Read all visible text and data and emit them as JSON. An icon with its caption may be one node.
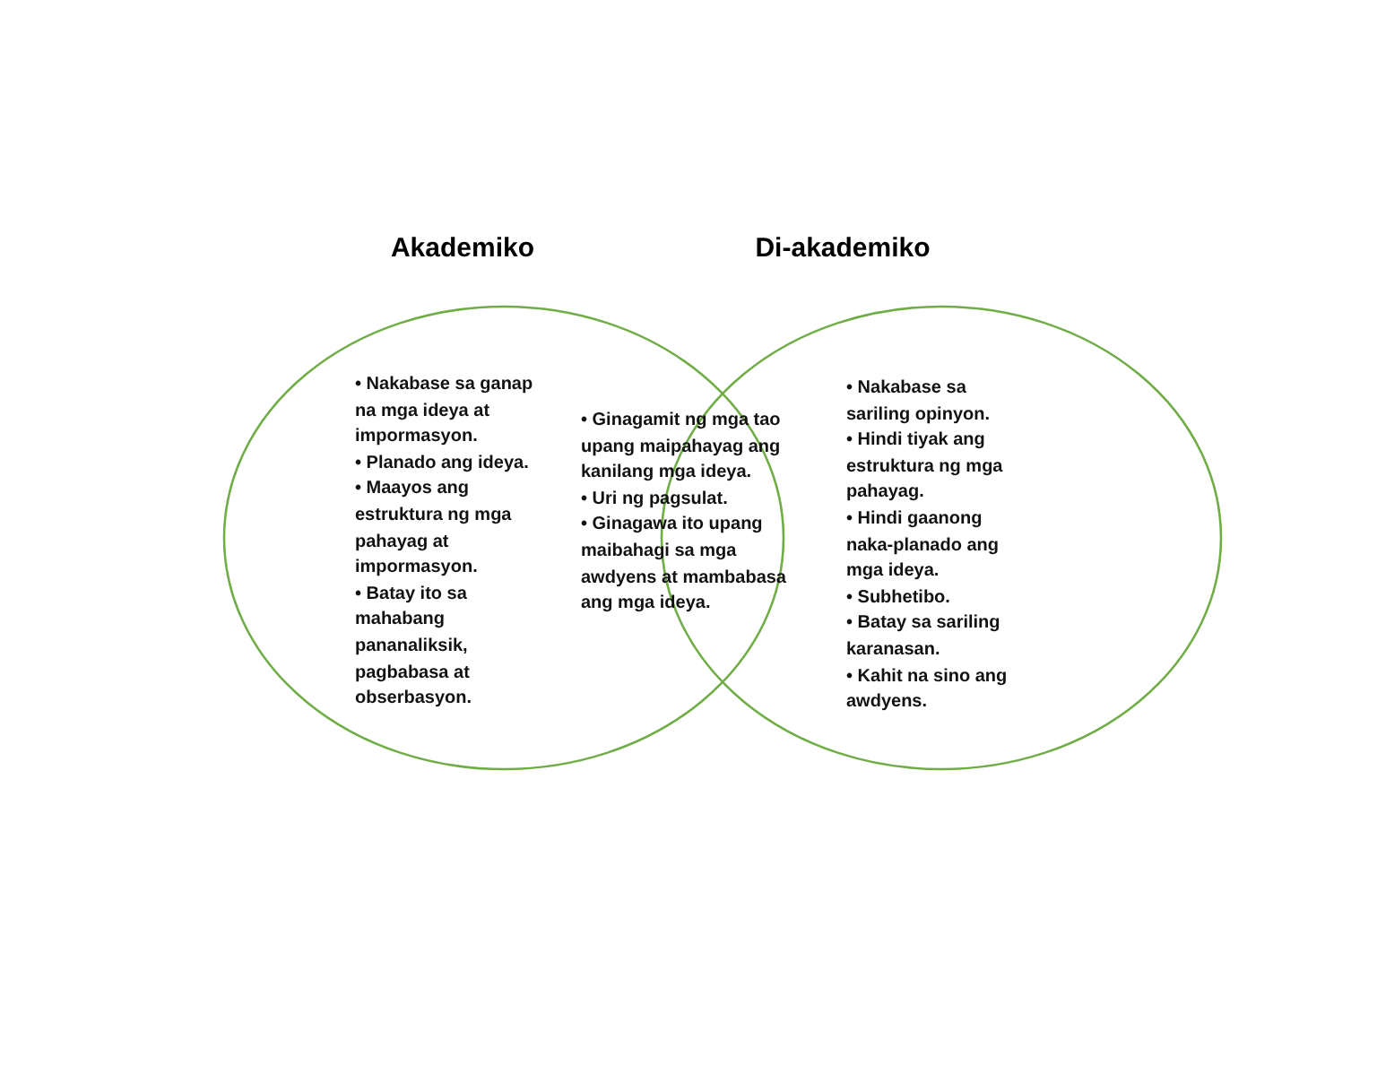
{
  "diagram": {
    "nodes": [
      {
        "text": [
          "Akademiko",
          "• Nakabase sa ganap na mga ideya at impormasyon.",
          "• Planado ang ideya.",
          "• Maayos ang estruktura ng mga pahayag at impormasyon.",
          "• Batay ito sa mahabang pananaliksik, pagbabasa at obserbasyon."
        ]
      },
      {
        "text": [
          "Di-akademiko",
          "• Nakabase sa sariling opinyon.",
          "• Hindi tiyak ang estruktura ng mga pahayag.",
          "• Hindi gaanong naka-planado ang mga ideya.",
          "• Subhetibo.",
          "• Batay sa sariling karanasan.",
          "• Kahit na sino ang awdyens."
        ]
      }
    ],
    "edges": [],
    "labels": [
      "• Ginagamit ng mga tao upang maipahayag ang kanilang mga ideya.",
      "• Uri ng pagsulat.",
      "• Ginagawa ito upang maibahagi sa mga awdyens at mambabasa ang mga ideya."
    ]
  }
}
